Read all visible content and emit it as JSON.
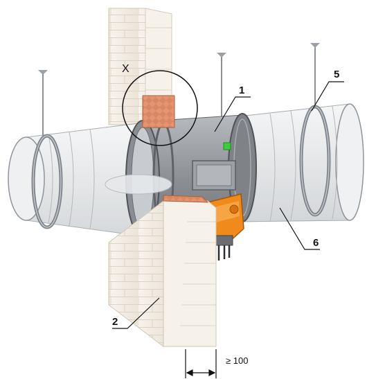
{
  "labels": {
    "callout_x": "X",
    "callout_1": "1",
    "callout_2": "2",
    "callout_5": "5",
    "callout_6": "6"
  },
  "dimension": {
    "text": "≥ 100"
  },
  "colors": {
    "duct": "#e6e8ea",
    "duct_edge": "#9aa0a6",
    "wall": "#f2ede4",
    "brick_line": "#d8d0c2",
    "seal": "#e0906a",
    "damper_body": "#8e9296",
    "actuator": "#f08a1c",
    "indicator": "#3ccc3c"
  }
}
